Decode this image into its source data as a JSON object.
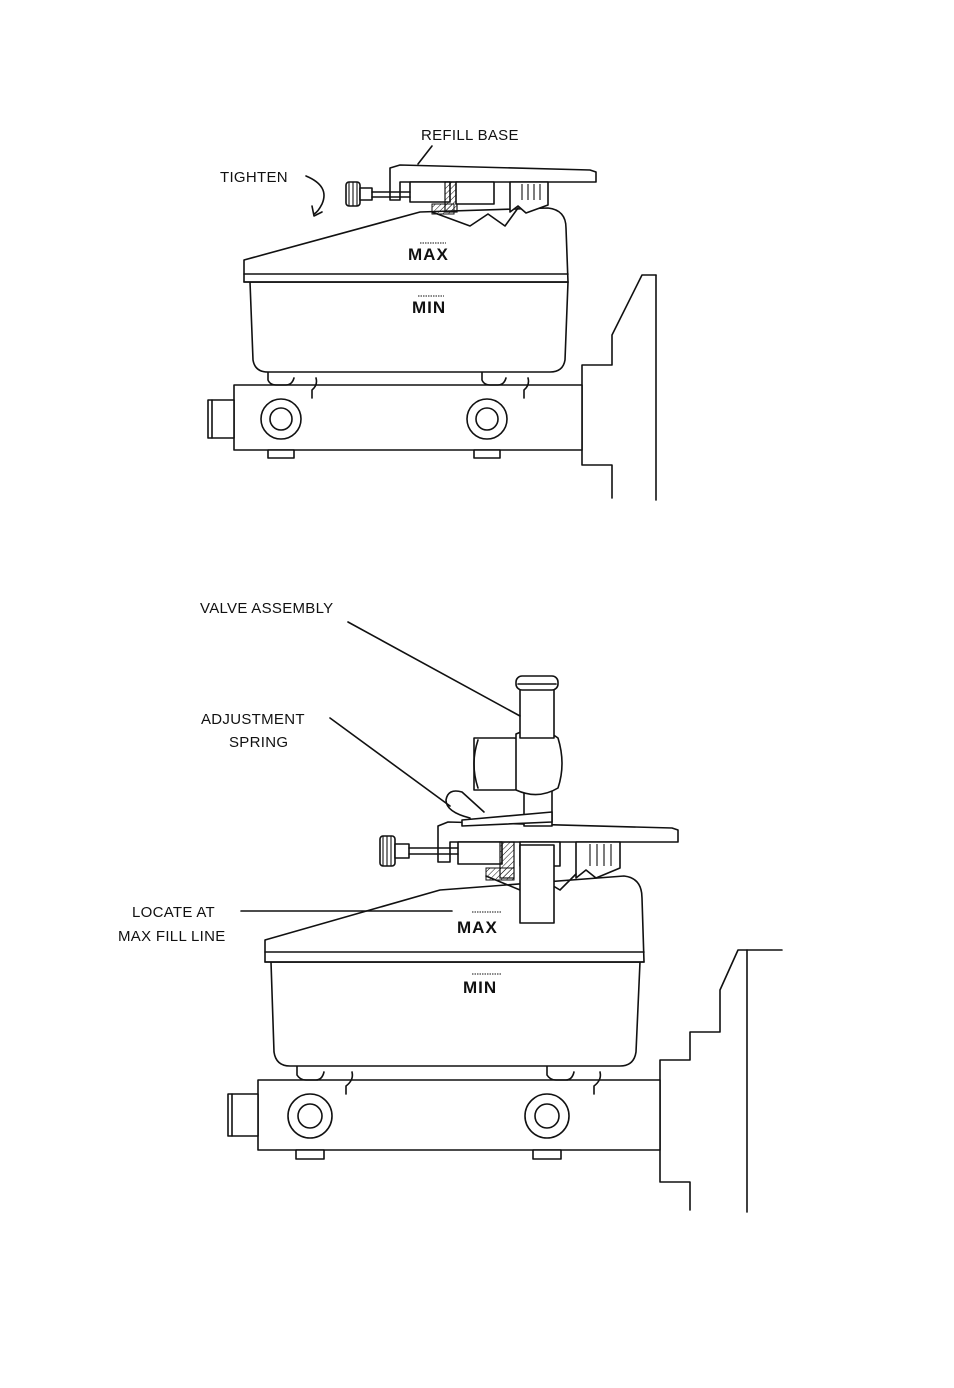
{
  "figure_top": {
    "labels": {
      "refill_base": "REFILL  BASE",
      "tighten": "TIGHTEN"
    },
    "reservoir_marks": {
      "max": "MAX",
      "min": "MIN"
    }
  },
  "figure_bottom": {
    "labels": {
      "valve_assembly": "VALVE ASSEMBLY",
      "adjustment_spring_line1": "ADJUSTMENT",
      "adjustment_spring_line2": "SPRING",
      "locate_line1": "LOCATE AT",
      "locate_line2": "MAX FILL LINE"
    },
    "reservoir_marks": {
      "max": "MAX",
      "min": "MIN"
    }
  }
}
